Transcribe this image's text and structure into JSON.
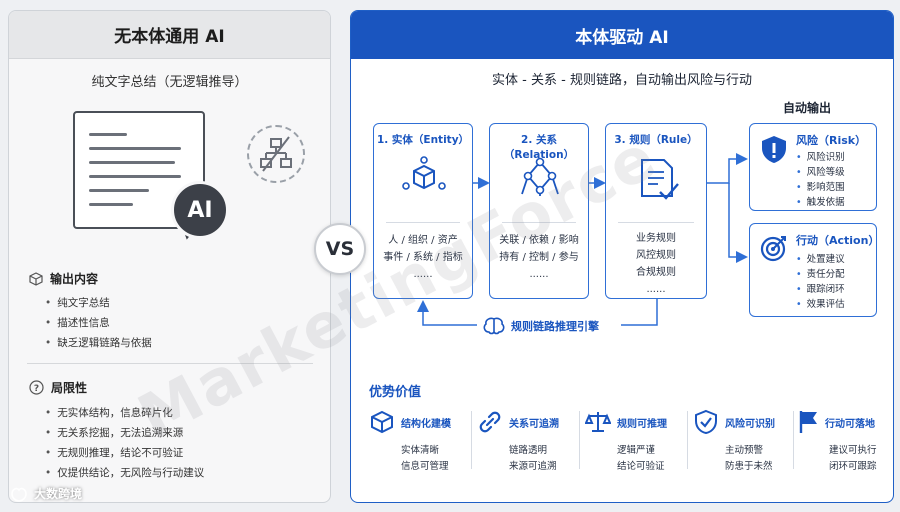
{
  "left": {
    "title": "无本体通用 AI",
    "subtitle": "纯文字总结（无逻辑推导）",
    "ai_badge": "AI",
    "output_section": {
      "title": "输出内容",
      "items": [
        "纯文字总结",
        "描述性信息",
        "缺乏逻辑链路与依据"
      ]
    },
    "limit_section": {
      "title": "局限性",
      "items": [
        "无实体结构，信息碎片化",
        "无关系挖掘，无法追溯来源",
        "无规则推理，结论不可验证",
        "仅提供结论，无风险与行动建议"
      ]
    }
  },
  "vs": "VS",
  "right": {
    "title": "本体驱动 AI",
    "subtitle": "实体 - 关系 - 规则链路，自动输出风险与行动",
    "auto_output": "自动输出",
    "steps": [
      {
        "title": "1. 实体（Entity）",
        "lines": [
          "人 / 组织 / 资产",
          "事件 / 系统 / 指标",
          "......"
        ]
      },
      {
        "title": "2. 关系（Relation）",
        "lines": [
          "关联 / 依赖 / 影响",
          "持有 / 控制 / 参与",
          "......"
        ]
      },
      {
        "title": "3. 规则（Rule）",
        "lines": [
          "业务规则",
          "风控规则",
          "合规规则",
          "......"
        ]
      }
    ],
    "risk": {
      "title": "风险（Risk）",
      "items": [
        "风险识别",
        "风险等级",
        "影响范围",
        "触发依据"
      ]
    },
    "action": {
      "title": "行动（Action）",
      "items": [
        "处置建议",
        "责任分配",
        "跟踪闭环",
        "效果评估"
      ]
    },
    "engine": "规则链路推理引擎",
    "advantages": {
      "title": "优势价值",
      "items": [
        {
          "head": "结构化建模",
          "lines": [
            "实体清晰",
            "信息可管理"
          ]
        },
        {
          "head": "关系可追溯",
          "lines": [
            "链路透明",
            "来源可追溯"
          ]
        },
        {
          "head": "规则可推理",
          "lines": [
            "逻辑严谨",
            "结论可验证"
          ]
        },
        {
          "head": "风险可识别",
          "lines": [
            "主动预警",
            "防患于未然"
          ]
        },
        {
          "head": "行动可落地",
          "lines": [
            "建议可执行",
            "闭环可跟踪"
          ]
        }
      ]
    }
  },
  "watermark": "MarketingForce",
  "brand": "大数跨境",
  "colors": {
    "accent": "#1a55bf",
    "accent_light": "#2f6fd6",
    "left_bg": "#f7f7f8"
  }
}
